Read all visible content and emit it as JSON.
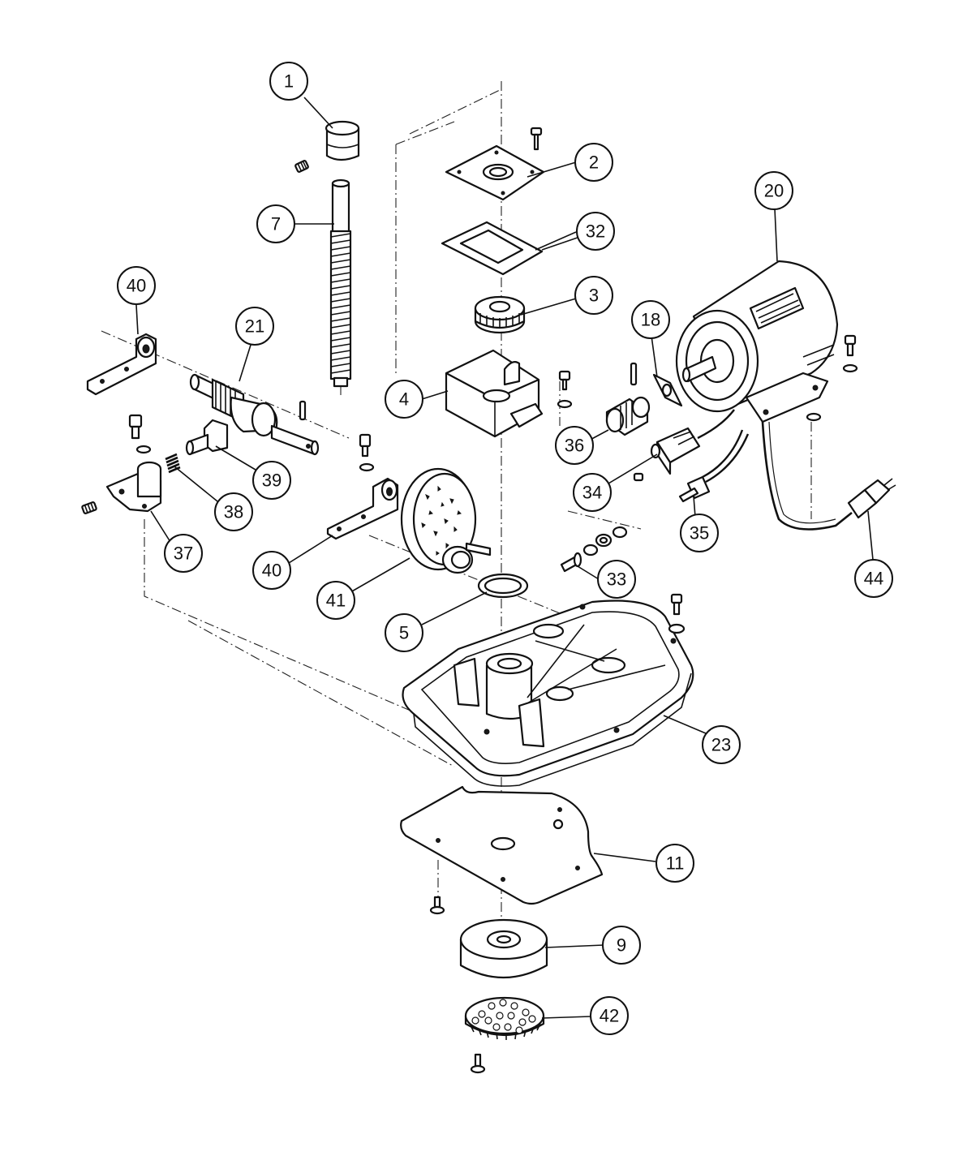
{
  "callouts": [
    {
      "id": "c1",
      "label": "1"
    },
    {
      "id": "c2",
      "label": "2"
    },
    {
      "id": "c3",
      "label": "3"
    },
    {
      "id": "c4",
      "label": "4"
    },
    {
      "id": "c5",
      "label": "5"
    },
    {
      "id": "c7",
      "label": "7"
    },
    {
      "id": "c9",
      "label": "9"
    },
    {
      "id": "c11",
      "label": "11"
    },
    {
      "id": "c18",
      "label": "18"
    },
    {
      "id": "c20",
      "label": "20"
    },
    {
      "id": "c21",
      "label": "21"
    },
    {
      "id": "c23",
      "label": "23"
    },
    {
      "id": "c32",
      "label": "32"
    },
    {
      "id": "c33",
      "label": "33"
    },
    {
      "id": "c34",
      "label": "34"
    },
    {
      "id": "c35",
      "label": "35"
    },
    {
      "id": "c36",
      "label": "36"
    },
    {
      "id": "c37",
      "label": "37"
    },
    {
      "id": "c38",
      "label": "38"
    },
    {
      "id": "c39",
      "label": "39"
    },
    {
      "id": "c40a",
      "label": "40"
    },
    {
      "id": "c40b",
      "label": "40"
    },
    {
      "id": "c41",
      "label": "41"
    },
    {
      "id": "c42",
      "label": "42"
    },
    {
      "id": "c44",
      "label": "44"
    }
  ]
}
